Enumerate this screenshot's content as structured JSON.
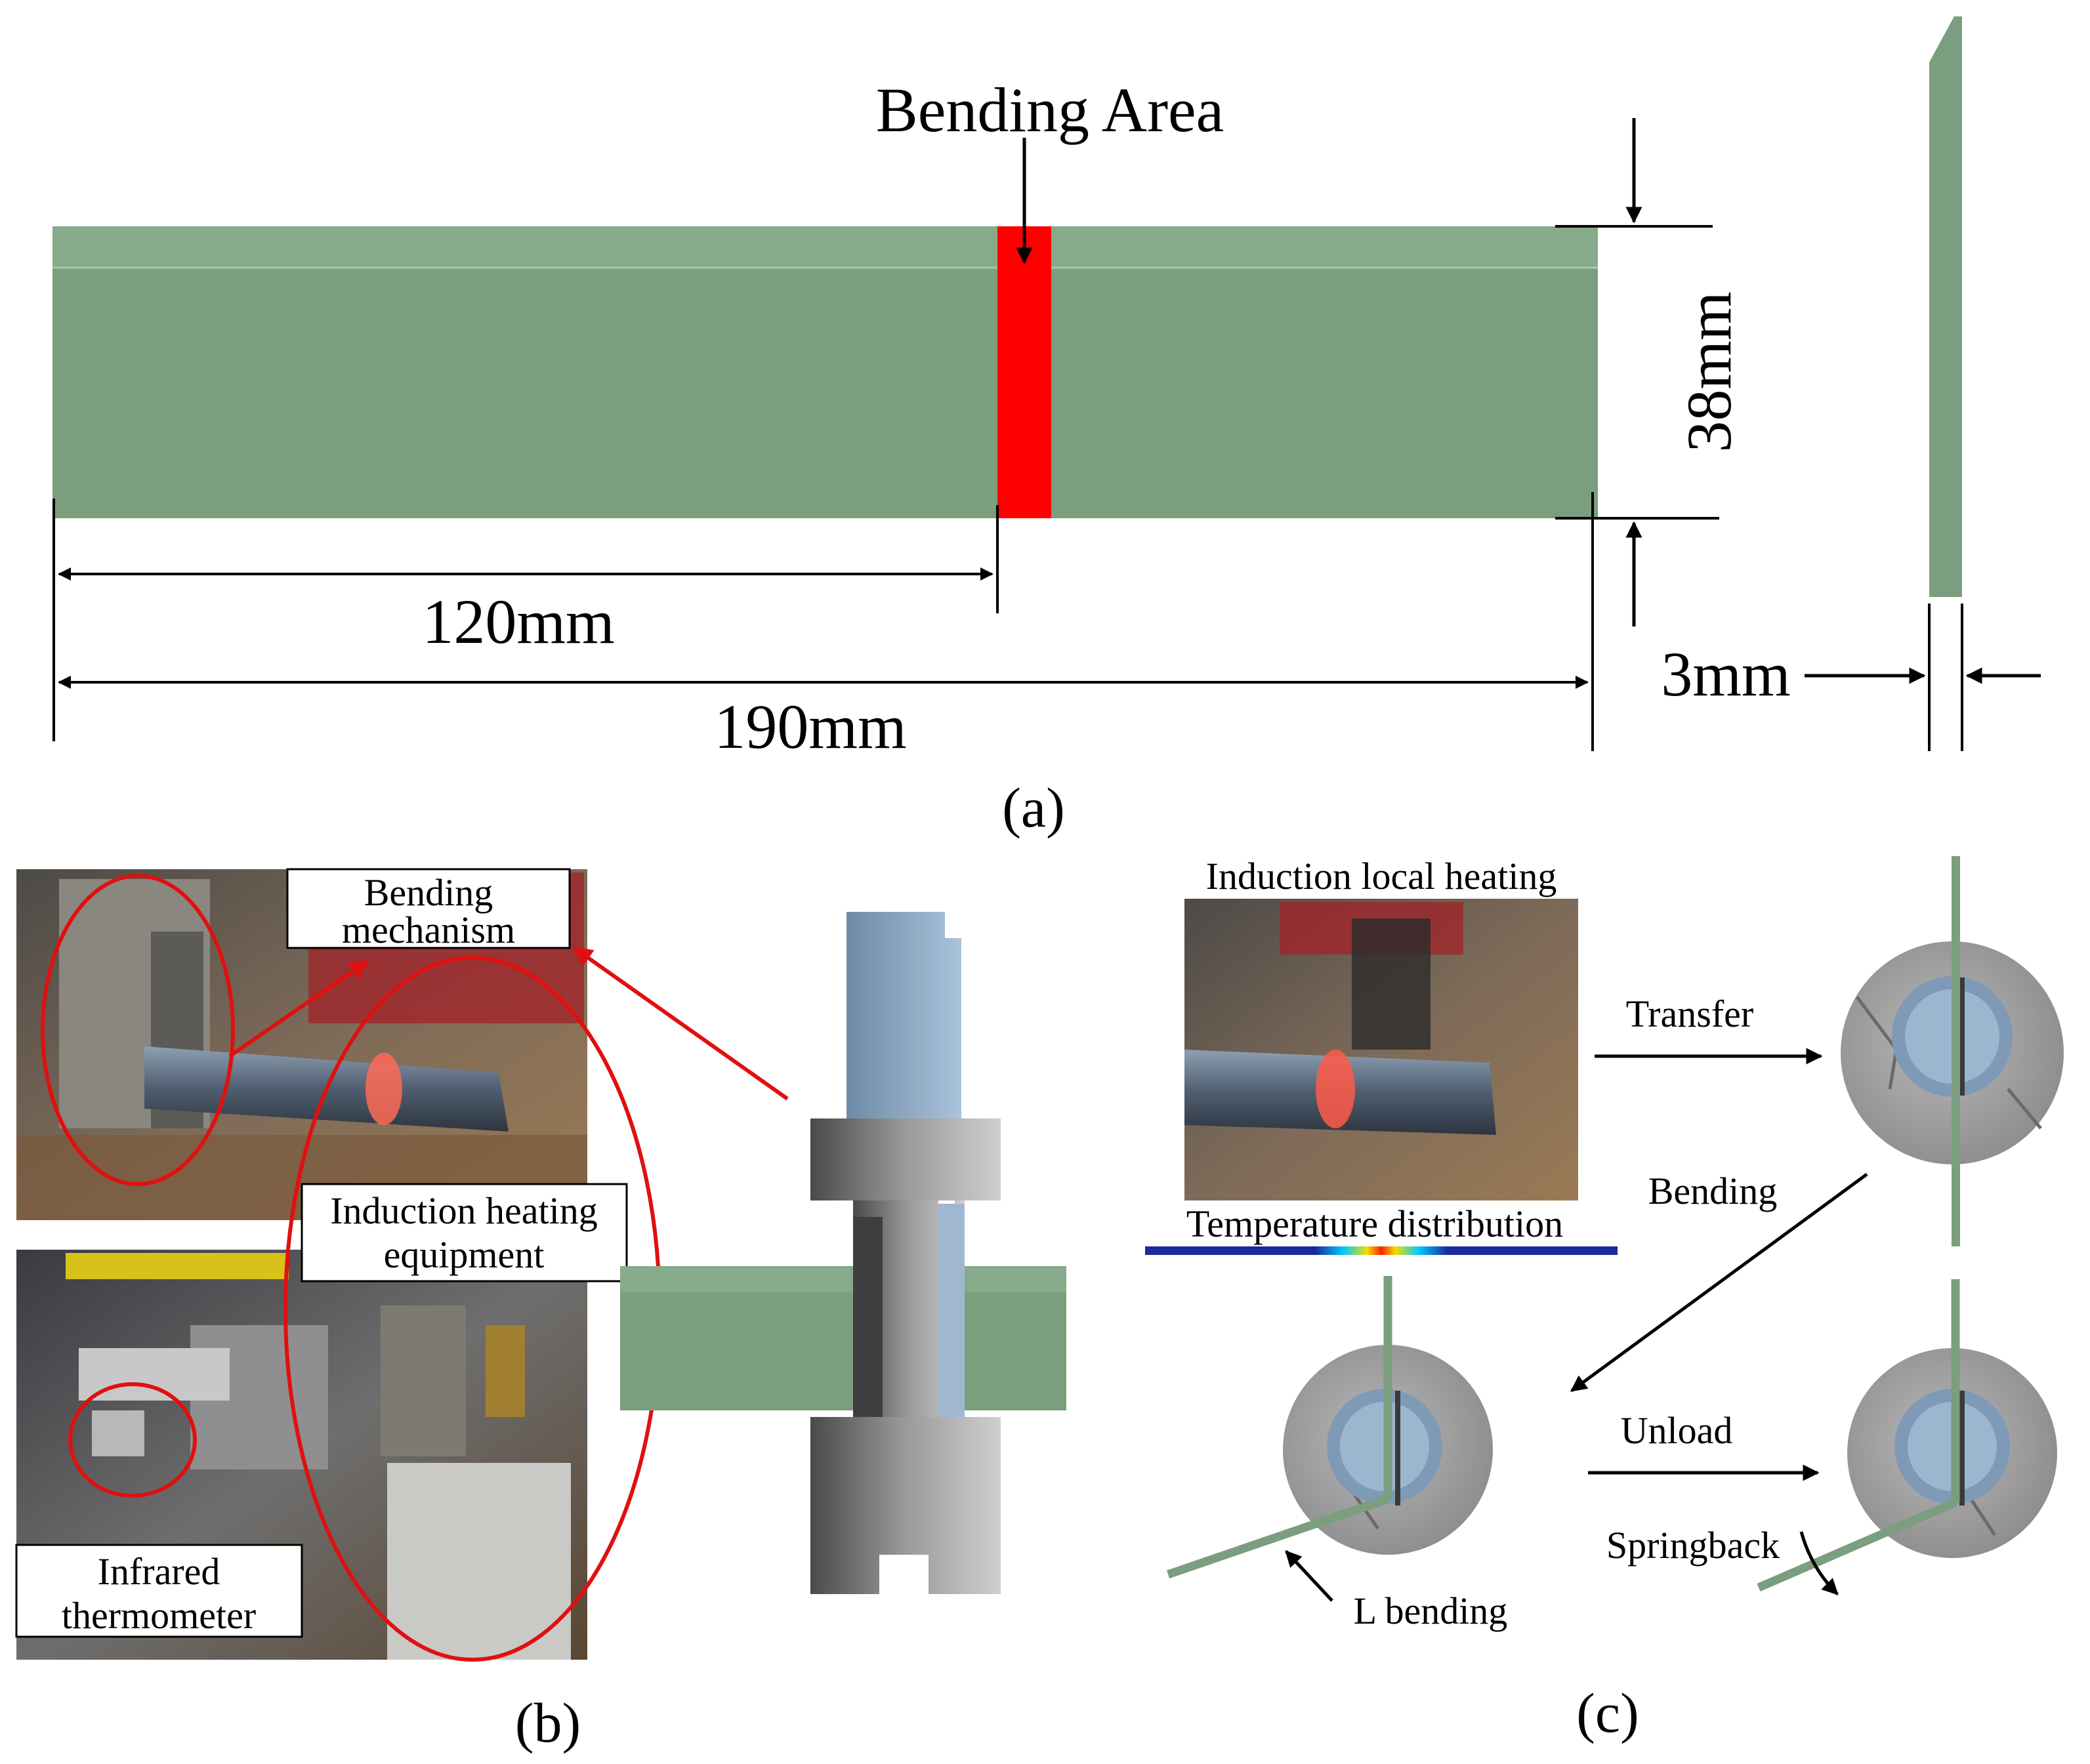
{
  "panel_a": {
    "bending_area_label": "Bending Area",
    "dim_120": "120mm",
    "dim_190": "190mm",
    "dim_38": "38mm",
    "dim_3": "3mm",
    "caption": "(a)",
    "colors": {
      "specimen": "#7a9e7e",
      "bending_area": "#ff0000"
    }
  },
  "panel_b": {
    "bending_mechanism_line1": "Bending",
    "bending_mechanism_line2": "mechanism",
    "induction_line1": "Induction heating",
    "induction_line2": "equipment",
    "infrared_line1": "Infrared",
    "infrared_line2": "thermometer",
    "caption": "(b)",
    "colors": {
      "callout": "#e01010"
    }
  },
  "panel_c": {
    "induction_local_heating": "Induction local heating",
    "temperature_distribution": "Temperature distribution",
    "transfer": "Transfer",
    "bending": "Bending",
    "unload": "Unload",
    "springback": "Springback",
    "l_bending": "L bending",
    "caption": "(c)"
  }
}
